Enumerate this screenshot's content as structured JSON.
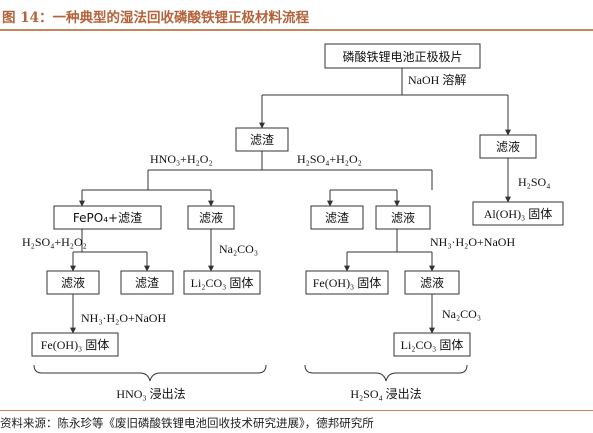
{
  "title": "图 14：一种典型的湿法回收磷酸铁锂正极材料流程",
  "source": "资料来源：陈永珍等《废旧磷酸铁锂电池回收技术研究进展》，德邦研究所",
  "nodes": {
    "start": "磷酸铁锂电池正极极片",
    "residue_main": "滤渣",
    "filtrate_main": "滤液",
    "fepo4_residue": "FePO₄+滤渣",
    "left_filtrate": "滤液",
    "left_filtrate2": "滤液",
    "left_residue2": "滤渣",
    "left_feoh3": "Fe(OH)₃ 固体",
    "left_li2co3": "Li₂CO₃ 固体",
    "mid_residue": "滤渣",
    "mid_filtrate": "滤液",
    "mid_feoh3": "Fe(OH)₃ 固体",
    "mid_filtrate2": "滤液",
    "mid_li2co3": "Li₂CO₃ 固体",
    "al_oh3": "Al(OH)₃ 固体"
  },
  "labels": {
    "naoh_dissolve": "NaOH 溶解",
    "hno3_h2o2": "HNO₃+H₂O₂",
    "h2so4_h2o2_top": "H₂SO₄+H₂O₂",
    "h2so4": "H₂SO₄",
    "h2so4_h2o2_left": "H₂SO₄+H₂O₂",
    "na2co3_left": "Na₂CO₃",
    "nh3_naoh_left": "NH₃·H₂O+NaOH",
    "nh3_naoh_mid": "NH₃·H₂O+NaOH",
    "na2co3_mid": "Na₂CO₃",
    "hno3_method": "HNO₃ 浸出法",
    "h2so4_method": "H₂SO₄ 浸出法"
  }
}
